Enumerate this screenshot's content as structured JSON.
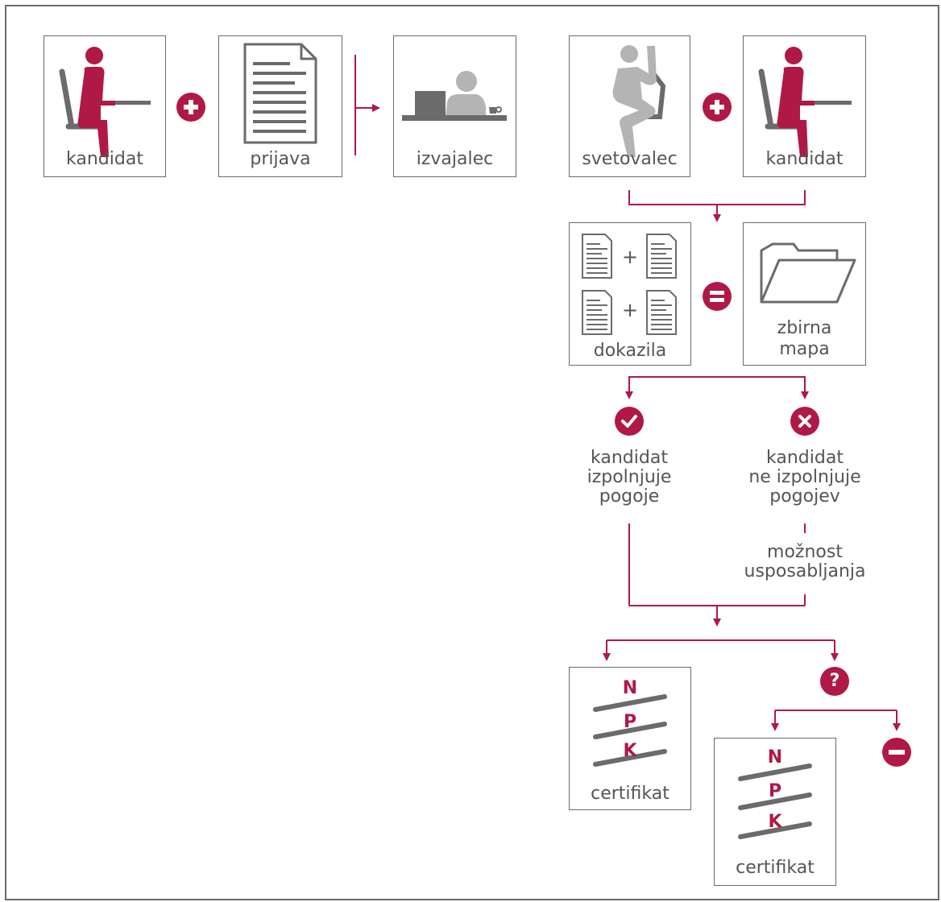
{
  "colors": {
    "accent": "#b01846",
    "gray": "#6b6b6b",
    "light_gray": "#b4b4b4",
    "text": "#555555"
  },
  "boxes": {
    "kandidat_1": "kandidat",
    "prijava": "prijava",
    "izvajalec": "izvajalec",
    "svetovalec": "svetovalec",
    "kandidat_2": "kandidat",
    "dokazila": "dokazila",
    "zbirna_mapa_line1": "zbirna",
    "zbirna_mapa_line2": "mapa",
    "certifikat_1": "certifikat",
    "certifikat_2": "certifikat"
  },
  "outcomes": {
    "yes_line1": "kandidat",
    "yes_line2": "izpolnjuje",
    "yes_line3": "pogoje",
    "no_line1": "kandidat",
    "no_line2": "ne izpolnjuje",
    "no_line3": "pogojev",
    "option_line1": "možnost",
    "option_line2": "usposabljanja"
  },
  "npk_letters": {
    "n": "N",
    "p": "P",
    "k": "K"
  },
  "doc_plus": "+",
  "question_mark": "?",
  "icons": [
    "seated-person-icon",
    "document-icon",
    "worker-at-desk-icon",
    "waving-person-icon",
    "folder-icon",
    "check-icon",
    "cross-icon",
    "question-icon",
    "plus-icon",
    "minus-icon",
    "equals-icon",
    "certificate-icon"
  ]
}
